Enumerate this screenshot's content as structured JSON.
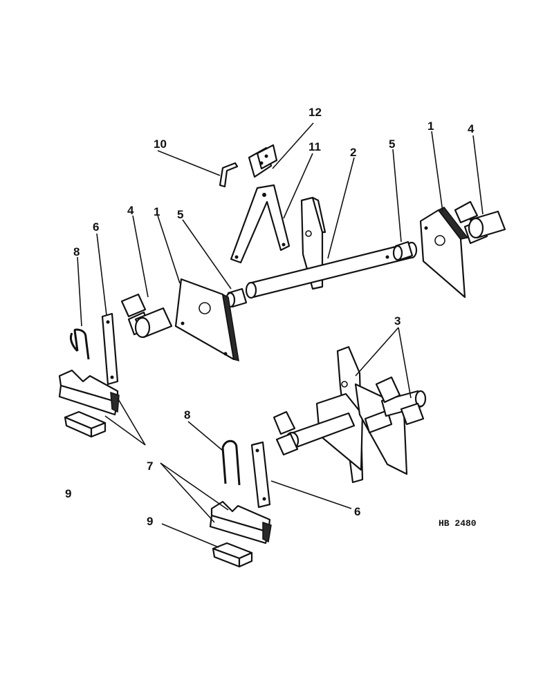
{
  "diagram": {
    "callouts": {
      "c1": "1",
      "c1b": "1",
      "c2": "2",
      "c3": "3",
      "c4": "4",
      "c4b": "4",
      "c5": "5",
      "c5b": "5",
      "c6": "6",
      "c6b": "6",
      "c7": "7",
      "c8": "8",
      "c8b": "8",
      "c9": "9",
      "c9b": "9",
      "c10": "10",
      "c11": "11",
      "c12": "12"
    },
    "reference_code": "HB 2480"
  }
}
